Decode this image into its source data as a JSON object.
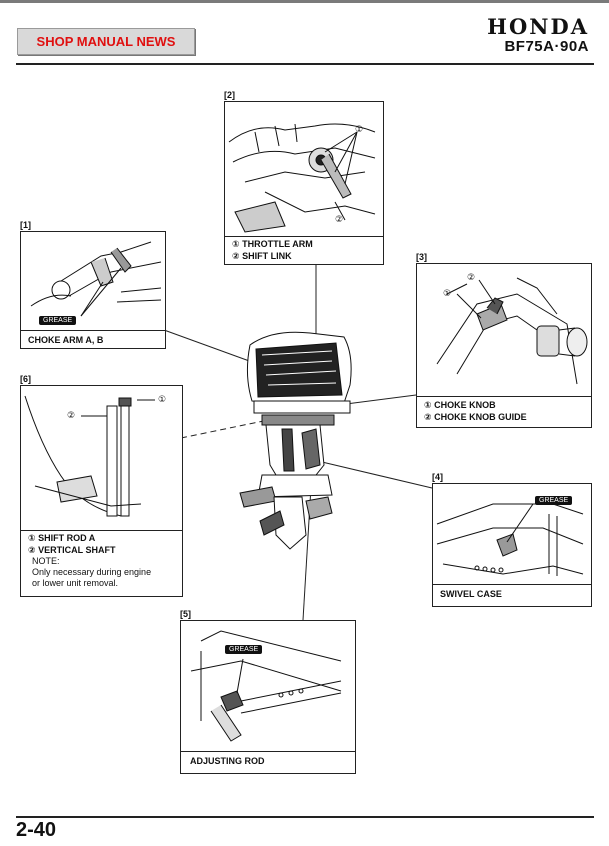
{
  "header": {
    "banner": "SHOP MANUAL NEWS",
    "brand": "HONDA",
    "model": "BF75A·90A"
  },
  "page_number": "2-40",
  "figures": {
    "throttle": {
      "tag": "[2]",
      "line1": "① THROTTLE ARM",
      "line2": "② SHIFT LINK",
      "c1": "①",
      "c2": "②"
    },
    "choke_arm": {
      "tag": "[1]",
      "caption": "CHOKE ARM A, B",
      "grease": "GREASE"
    },
    "choke_knob": {
      "tag": "[3]",
      "line1": "① CHOKE KNOB",
      "line2": "② CHOKE KNOB GUIDE",
      "c1": "①",
      "c2": "②"
    },
    "shift_rod": {
      "tag": "[6]",
      "line1": "① SHIFT ROD A",
      "line2": "② VERTICAL SHAFT",
      "note_label": "NOTE:",
      "note1": "Only necessary during engine",
      "note2": "or lower unit removal.",
      "c1": "①",
      "c2": "②"
    },
    "swivel": {
      "tag": "[4]",
      "caption": "SWIVEL CASE",
      "grease": "GREASE"
    },
    "adjusting": {
      "tag": "[5]",
      "caption": "ADJUSTING ROD",
      "grease": "GREASE"
    }
  }
}
